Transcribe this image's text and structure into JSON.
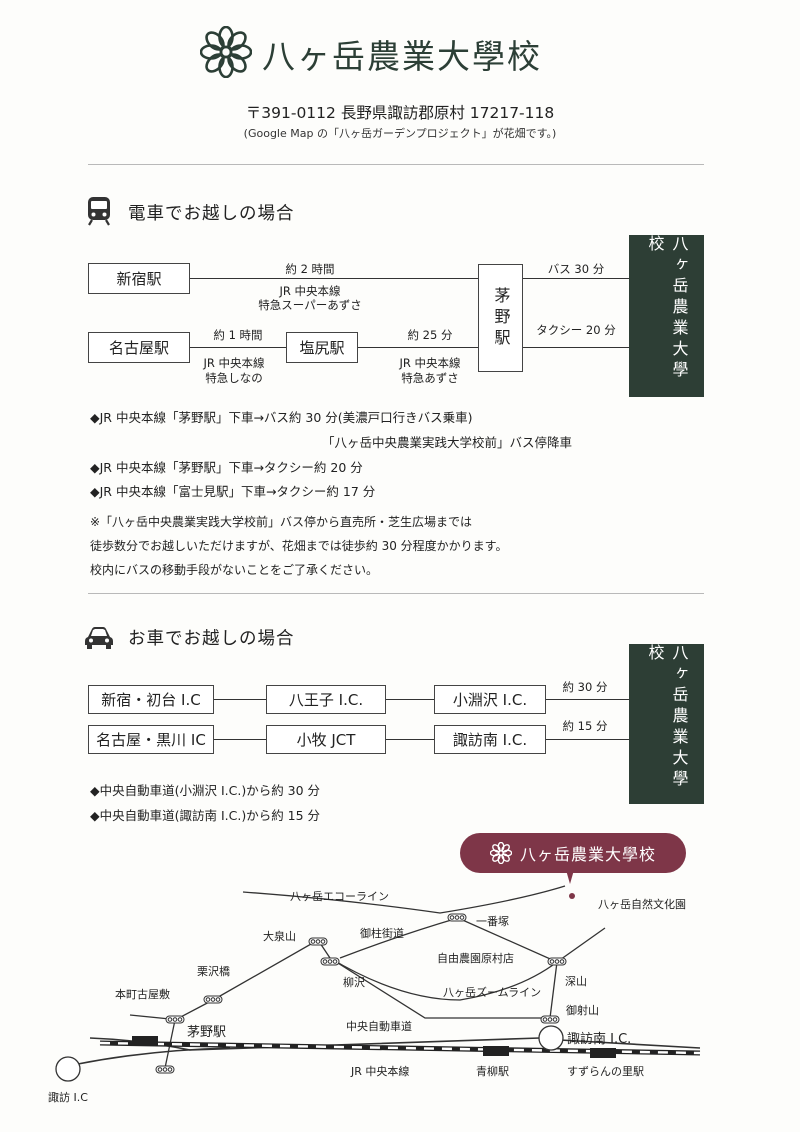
{
  "header": {
    "title": "八ヶ岳農業大學校",
    "address": "〒391-0112 長野県諏訪郡原村 17217-118",
    "address_note": "(Google Map の「八ヶ岳ガーデンプロジェクト」が花畑です。)",
    "logo_icon": "flower-logo-icon",
    "brand_color": "#2c3f36"
  },
  "train": {
    "title": "電車でお越しの場合",
    "icon": "train-icon",
    "shinjuku": "新宿駅",
    "nagoya": "名古屋駅",
    "shiojiri": "塩尻駅",
    "chino": "茅野駅",
    "dest": "八ヶ岳農業大學校",
    "dur_shinjuku": "約 2 時間",
    "line_shinjuku_1": "JR 中央本線",
    "line_shinjuku_2": "特急スーパーあずさ",
    "dur_nagoya": "約 1 時間",
    "line_nagoya_1": "JR 中央本線",
    "line_nagoya_2": "特急しなの",
    "dur_shiojiri": "約 25 分",
    "line_shiojiri_1": "JR 中央本線",
    "line_shiojiri_2": "特急あずさ",
    "bus": "バス 30 分",
    "taxi": "タクシー 20 分",
    "bullets": [
      "◆JR 中央本線「茅野駅」下車→バス約 30 分(美濃戸口行きバス乗車)",
      "「八ヶ岳中央農業実践大学校前」バス停降車",
      "◆JR 中央本線「茅野駅」下車→タクシー約 20 分",
      "◆JR 中央本線「富士見駅」下車→タクシー約 17 分"
    ],
    "notes": [
      "※「八ヶ岳中央農業実践大学校前」バス停から直売所・芝生広場までは",
      "徒歩数分でお越しいただけますが、花畑までは徒歩約 30 分程度かかります。",
      "校内にバスの移動手段がないことをご了承ください。"
    ]
  },
  "car": {
    "title": "お車でお越しの場合",
    "icon": "car-icon",
    "shinjuku_ic": "新宿・初台 I.C",
    "hachioji_ic": "八王子 I.C.",
    "kobuchizawa_ic": "小淵沢 I.C.",
    "nagoya_ic": "名古屋・黒川 IC",
    "komaki_jct": "小牧 JCT",
    "suwaminami_ic": "諏訪南 I.C.",
    "dur_kobuchizawa": "約 30 分",
    "dur_suwaminami": "約 15 分",
    "dest": "八ヶ岳農業大學校",
    "bullets": [
      "◆中央自動車道(小淵沢 I.C.)から約 30 分",
      "◆中央自動車道(諏訪南 I.C.)から約 15 分"
    ]
  },
  "map": {
    "pin_label": "八ヶ岳農業大學校",
    "pin_color": "#7e3648",
    "labels": {
      "eco_line": "八ヶ岳エコーライン",
      "nature_center": "八ヶ岳自然文化園",
      "ichibanzuka": "一番塚",
      "oizumiyama": "大泉山",
      "onbashira": "御柱街道",
      "jiyu_noen": "自由農園原村店",
      "kurisawabashi": "栗沢橋",
      "yanagisawa": "柳沢",
      "fukayama": "深山",
      "motomachi": "本町古屋敷",
      "zoom_line": "八ヶ岳ズームライン",
      "misayama": "御射山",
      "chino_st": "茅野駅",
      "expressway": "中央自動車道",
      "suwaminami": "諏訪南 I.C.",
      "jr_line": "JR 中央本線",
      "aoyagi": "青柳駅",
      "suzuran": "すずらんの里駅",
      "suwa_ic": "諏訪 I.C"
    }
  }
}
